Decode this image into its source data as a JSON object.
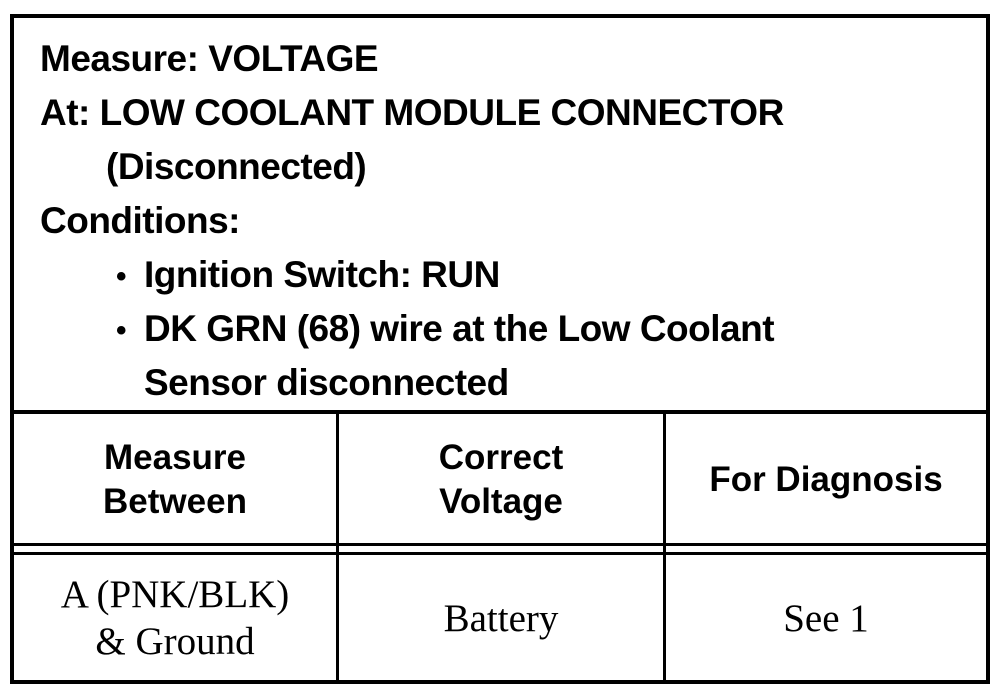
{
  "header": {
    "measure": "Measure: VOLTAGE",
    "at": "At: LOW COOLANT MODULE CONNECTOR",
    "at_detail": "(Disconnected)",
    "conditions_label": "Conditions:",
    "conditions": [
      {
        "bullet": "•",
        "lines": [
          "Ignition Switch: RUN"
        ]
      },
      {
        "bullet": "•",
        "lines": [
          "DK GRN (68) wire at the Low Coolant",
          "Sensor disconnected"
        ]
      }
    ]
  },
  "table": {
    "headers": [
      [
        "Measure",
        "Between"
      ],
      [
        "Correct",
        "Voltage"
      ],
      [
        "For Diagnosis"
      ]
    ],
    "rows": [
      [
        [
          "A (PNK/BLK)",
          "& Ground"
        ],
        [
          "Battery"
        ],
        [
          "See 1"
        ]
      ]
    ]
  }
}
